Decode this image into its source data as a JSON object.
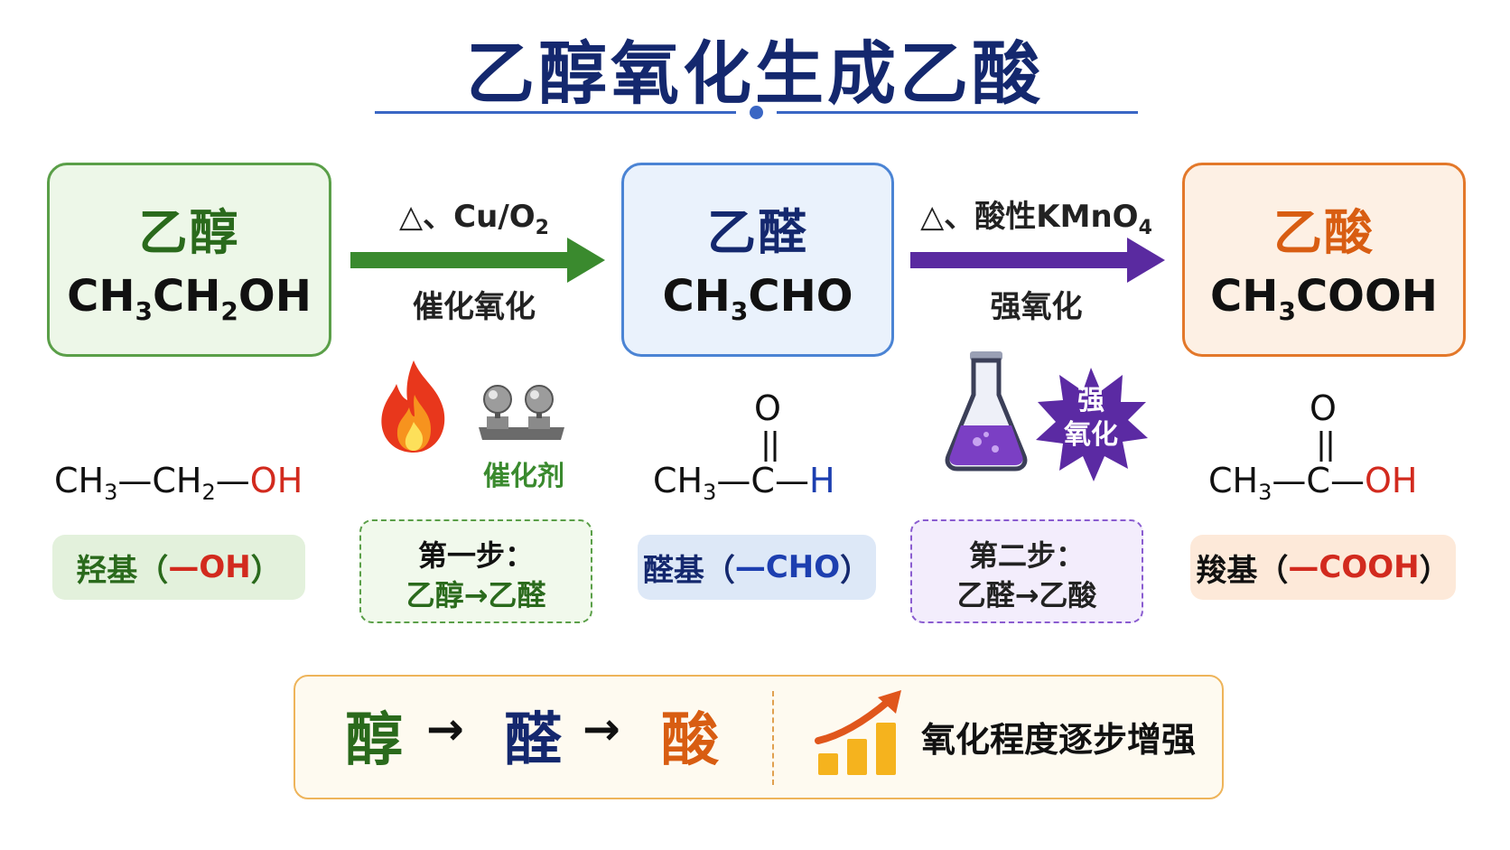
{
  "title": "乙醇氧化生成乙酸",
  "compounds": [
    {
      "name": "乙醇",
      "formula_parts": [
        "CH",
        "3",
        "CH",
        "2",
        "OH"
      ],
      "color": "#2a6a1c"
    },
    {
      "name": "乙醛",
      "formula_parts": [
        "CH",
        "3",
        "CHO"
      ],
      "color": "#14286e"
    },
    {
      "name": "乙酸",
      "formula_parts": [
        "CH",
        "3",
        "COOH"
      ],
      "color": "#d85d12"
    }
  ],
  "arrow1": {
    "above": {
      "pre": "△、Cu/O",
      "sub": "2"
    },
    "below": "催化氧化",
    "color": "#3a8a2e",
    "icons": [
      "fire-icon",
      "catalyst-icon"
    ],
    "catalyst_label": "催化剂"
  },
  "arrow2": {
    "above": {
      "pre": "△、酸性KMnO",
      "sub": "4"
    },
    "below": "强氧化",
    "color": "#5a2aa0",
    "icons": [
      "flask-icon",
      "burst-icon"
    ],
    "burst_label": [
      "强",
      "氧化"
    ]
  },
  "structures": {
    "ethanol": {
      "ch": "CH",
      "n3": "3",
      "dash1": "—",
      "ch2": "CH",
      "n2": "2",
      "dash2": "—",
      "oh": "OH"
    },
    "acetaldehyde": {
      "o": "O",
      "ch": "CH",
      "n3": "3",
      "dash1": "—",
      "c": "C",
      "dash2": "—",
      "h": "H"
    },
    "acetic": {
      "o": "O",
      "ch": "CH",
      "n3": "3",
      "dash1": "—",
      "c": "C",
      "dash2": "—",
      "oh": "OH"
    }
  },
  "groups": [
    {
      "label": "羟基（",
      "group": "—OH",
      "close": "）",
      "group_color": "#d22a1e"
    },
    {
      "label": "醛基（",
      "group": "—CHO",
      "close": "）",
      "group_color": "#1d3fb0"
    },
    {
      "label": "羧基（",
      "group": "—COOH",
      "close": "）",
      "group_color": "#d22a1e"
    }
  ],
  "steps": [
    {
      "title": "第一步：",
      "text": "乙醇→乙醛"
    },
    {
      "title": "第二步：",
      "text": "乙醛→乙酸"
    }
  ],
  "summary": {
    "words": [
      "醇",
      "醛",
      "酸"
    ],
    "arrow": "→",
    "text": "氧化程度逐步增强",
    "icon": "growth-chart-icon"
  }
}
